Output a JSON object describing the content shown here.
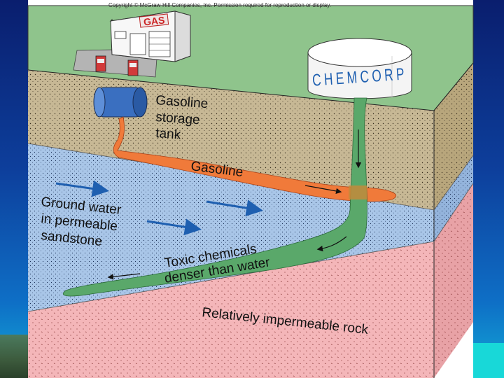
{
  "copyright": "Copyright © McGraw-Hill Companies, Inc. Permission required for reproduction or display.",
  "station_sign": "GAS",
  "tank_brand": "CHEMCORP",
  "labels": {
    "gasoline_tank_line1": "Gasoline",
    "gasoline_tank_line2": "storage",
    "gasoline_tank_line3": "tank",
    "gasoline_plume": "Gasoline",
    "groundwater_line1": "Ground water",
    "groundwater_line2": "in permeable",
    "groundwater_line3": "sandstone",
    "toxic_line1": "Toxic chemicals",
    "toxic_line2": "denser than water",
    "rock": "Relatively impermeable rock"
  },
  "colors": {
    "surface": "#8fc48c",
    "soil": "#c7b895",
    "aquifer": "#a9c6e8",
    "rock": "#f4b6b9",
    "gasoline": "#f07a3a",
    "toxic": "#5aa86a",
    "arrows": "#1e5fb0"
  }
}
